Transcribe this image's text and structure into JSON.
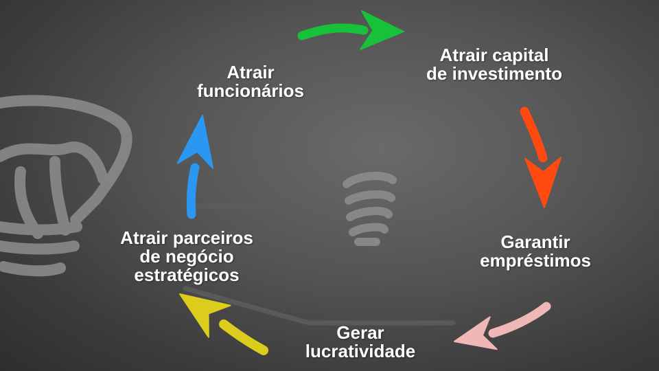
{
  "steps": [
    {
      "lines": [
        "Atrair capital",
        "de investimento"
      ],
      "arrow_color": "#17c13a"
    },
    {
      "lines": [
        "Garantir",
        "empréstimos"
      ],
      "arrow_color": "#ff4a12"
    },
    {
      "lines": [
        "Gerar",
        "lucratividade"
      ],
      "arrow_color": "#efb8b6"
    },
    {
      "lines": [
        "Atrair parceiros",
        "de negócio",
        "estratégicos"
      ],
      "arrow_color": "#dccd1c"
    },
    {
      "lines": [
        "Atrair",
        "funcionários"
      ],
      "arrow_color": "#2a98f2"
    }
  ],
  "decorations": {
    "icons": [
      "lightbulb-sketch-icon",
      "bulb-coil-sketch-icon"
    ]
  }
}
